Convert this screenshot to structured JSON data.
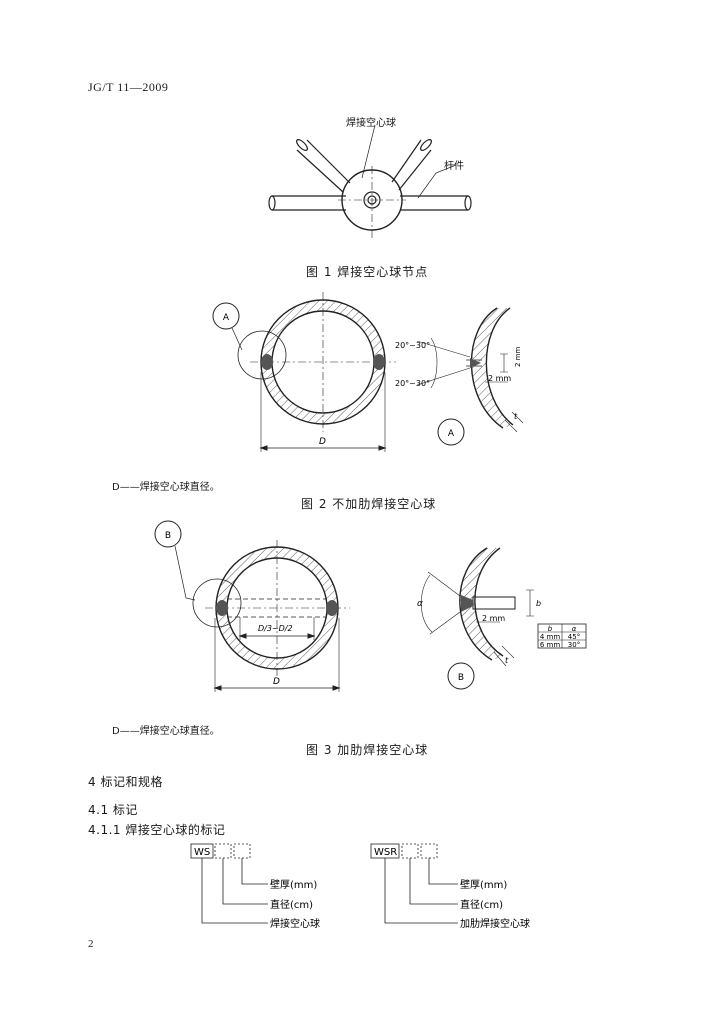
{
  "header": {
    "standard": "JG/T 11—2009"
  },
  "figure1": {
    "label_ball": "焊接空心球",
    "label_rod": "杆件",
    "caption": "图 1   焊接空心球节点"
  },
  "figure2": {
    "callout": "A",
    "callout_detail": "A",
    "angle_top": "20°~30°",
    "angle_bottom": "20°~30°",
    "gap": "2 mm",
    "gap_vertical": "2 mm",
    "t_label": "t",
    "dim": "D",
    "note": "D——焊接空心球直径。",
    "caption": "图 2   不加肋焊接空心球"
  },
  "figure3": {
    "callout": "B",
    "callout_detail": "B",
    "rib_range": "D/3~D/2",
    "dim": "D",
    "alpha": "α",
    "b_label": "b",
    "gap": "2 mm",
    "t_label": "t",
    "table": {
      "headers": [
        "b",
        "α"
      ],
      "rows": [
        [
          "4 mm",
          "45°"
        ],
        [
          "6 mm",
          "30°"
        ]
      ]
    },
    "note": "D——焊接空心球直径。",
    "caption": "图 3   加肋焊接空心球"
  },
  "section4": {
    "title": "4   标记和规格",
    "s41": "4.1   标记",
    "s411": "4.1.1   焊接空心球的标记"
  },
  "marking": {
    "left_code": "WS",
    "left_items": [
      "壁厚(mm)",
      "直径(cm)",
      "焊接空心球"
    ],
    "right_code": "WSR",
    "right_items": [
      "壁厚(mm)",
      "直径(cm)",
      "加肋焊接空心球"
    ]
  },
  "page_number": "2"
}
